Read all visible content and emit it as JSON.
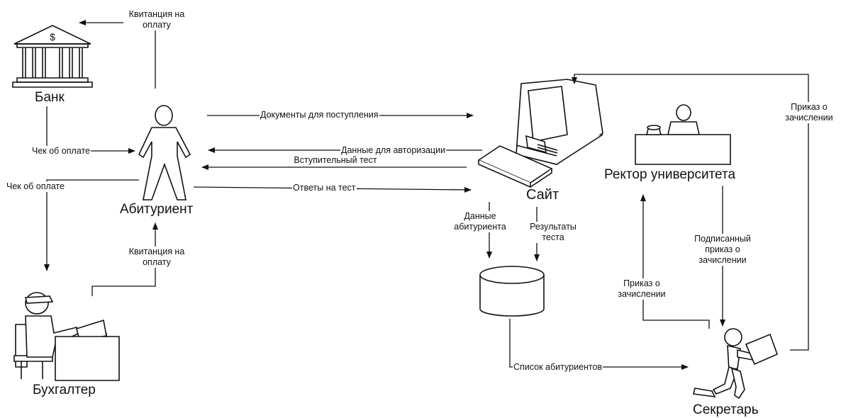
{
  "nodes": {
    "bank": "Банк",
    "applicant": "Абитуриент",
    "accountant": "Бухгалтер",
    "site": "Сайт",
    "rector": "Ректор университета",
    "secretary": "Секретарь",
    "bank_symbol": "$"
  },
  "edges": {
    "receipt_to_bank": "Квитанция на оплату",
    "payment_check_bank": "Чек об оплате",
    "payment_check_accountant": "Чек об оплате",
    "receipt_from_accountant": "Квитанция на оплату",
    "documents": "Документы для поступления",
    "auth_data": "Данные для авторизации",
    "entrance_test": "Вступительный тест",
    "test_answers": "Ответы на тест",
    "applicant_data": "Данные абитуриента",
    "test_results": "Результаты теста",
    "applicant_list": "Список абитуриентов",
    "order_to_rector": "Приказ о зачислении",
    "signed_order": "Подписанный приказ о зачислении",
    "order_to_site": "Приказ о зачислении"
  }
}
